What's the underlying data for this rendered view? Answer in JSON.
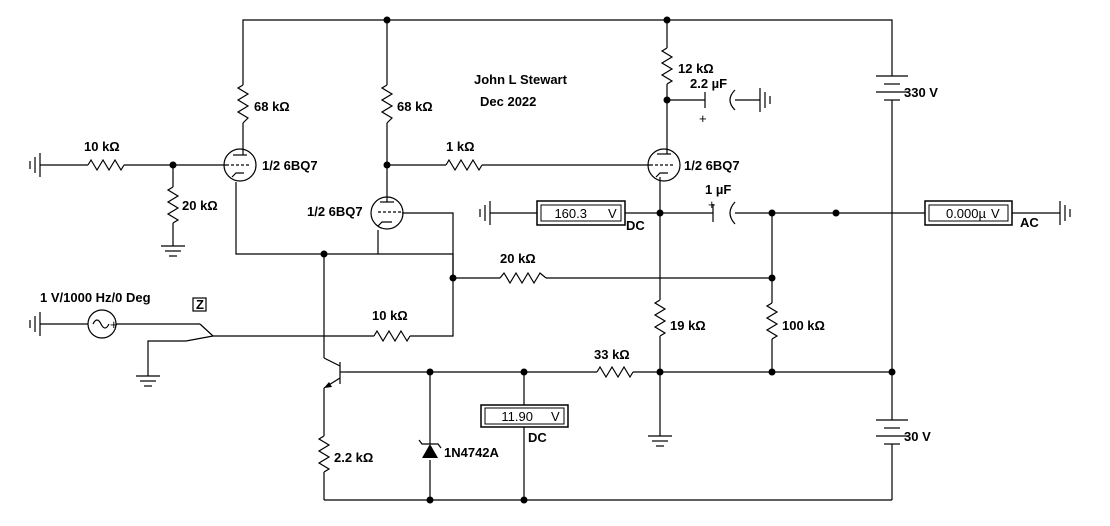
{
  "author": {
    "name": "John L Stewart",
    "date": "Dec 2022"
  },
  "components": {
    "r_10k_in": "10 kΩ",
    "r_20k_bias": "20 kΩ",
    "r_68k_a": "68 kΩ",
    "r_68k_b": "68 kΩ",
    "r_1k": "1 kΩ",
    "r_12k": "12 kΩ",
    "c_2u2": "2.2 µF",
    "c_1u": "1 µF",
    "r_20k_fb": "20 kΩ",
    "r_10k_fb": "10 kΩ",
    "r_19k": "19 kΩ",
    "r_100k": "100 kΩ",
    "r_33k": "33 kΩ",
    "r_2k2": "2.2 kΩ",
    "zener": "1N4742A",
    "tube_a": "1/2 6BQ7",
    "tube_b": "1/2 6BQ7",
    "tube_c": "1/2 6BQ7",
    "batt_330": "330 V",
    "batt_30": "30 V",
    "source": "1 V/1000 Hz/0 Deg",
    "switch_key": "Z"
  },
  "meters": {
    "plate": {
      "value": "160.3",
      "unit": "V",
      "mode": "DC"
    },
    "output": {
      "value": "0.000µ",
      "unit": "V",
      "mode": "AC"
    },
    "zener": {
      "value": "11.90",
      "unit": "V",
      "mode": "DC"
    }
  }
}
